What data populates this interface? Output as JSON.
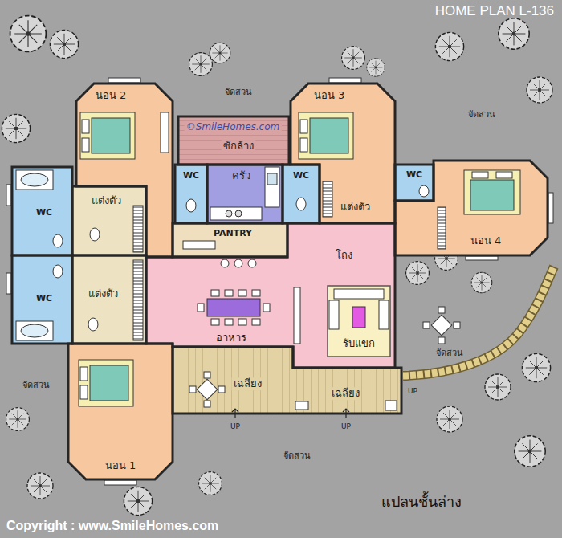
{
  "diagram": {
    "title": "HOME PLAN L-136",
    "caption": "แปลนชั้นล่าง",
    "nodes": [
      {
        "text": [
          "นอน 2"
        ]
      },
      {
        "text": [
          "นอน 3",
          "แต่งตัว"
        ]
      },
      {
        "text": [
          "ซักล้าง"
        ]
      },
      {
        "text": [
          "WC"
        ]
      },
      {
        "text": [
          "ครัว"
        ]
      },
      {
        "text": [
          "WC"
        ]
      },
      {
        "text": [
          "WC"
        ]
      },
      {
        "text": [
          "แต่งตัว"
        ]
      },
      {
        "text": [
          "WC"
        ]
      },
      {
        "text": [
          "นอน 4"
        ]
      },
      {
        "text": [
          "PANTRY"
        ]
      },
      {
        "text": [
          "โถง",
          "อาหาร"
        ]
      },
      {
        "text": [
          "รับแขก"
        ],
        "in": 11
      },
      {
        "text": [
          "แต่งตัว"
        ]
      },
      {
        "text": [
          "WC"
        ]
      },
      {
        "text": [
          "เฉลียง",
          "เฉลียง"
        ]
      },
      {
        "text": [
          "นอน 1"
        ]
      }
    ],
    "labels": [
      "จัดสวน",
      "จัดสวน",
      "©SmileHomes.com",
      "จัดสวน",
      "จัดสวน",
      "UP",
      "UP",
      "UP",
      "จัดสวน",
      "Copyright : www.SmileHomes.com"
    ]
  }
}
